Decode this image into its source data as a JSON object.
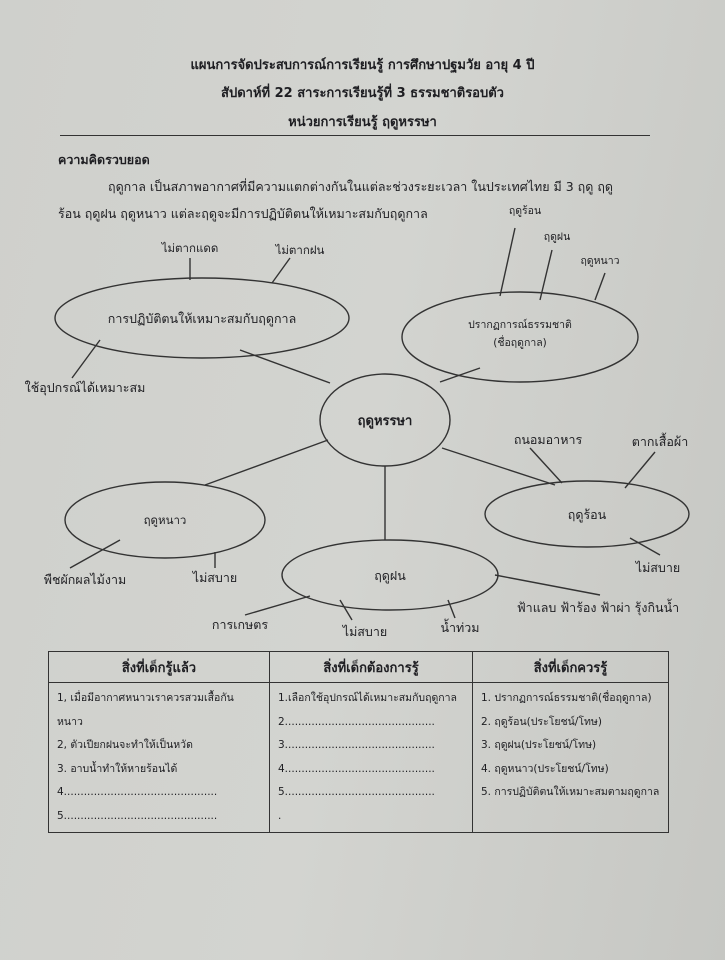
{
  "header": {
    "line1": "แผนการจัดประสบการณ์การเรียนรู้ การศึกษาปฐมวัย  อายุ 4 ปี",
    "line2": "สัปดาห์ที่  22   สาระการเรียนรู้ที่ 3  ธรรมชาติรอบตัว",
    "line3": "หน่วยการเรียนรู้  ฤดูหรรษา"
  },
  "concept": {
    "heading": "ความคิดรวบยอด",
    "line1": "ฤดูกาล เป็นสภาพอากาศที่มีความแตกต่างกันในแต่ละช่วงระยะเวลา ในประเทศไทย มี 3 ฤดู ฤดู",
    "line2": "ร้อน ฤดูฝน ฤดูหนาว แต่ละฤดูจะมีการปฏิบัติตนให้เหมาะสมกับฤดูกาล"
  },
  "mindmap": {
    "center": "ฤดูหรรษา",
    "practice": {
      "label": "การปฏิบัติตนให้เหมาะสมกับฤดูกาล",
      "leaves": [
        "ไม่ตากแดด",
        "ไม่ตากฝน",
        "ใช้อุปกรณ์ได้เหมาะสม"
      ]
    },
    "phenomena": {
      "label1": "ปรากฏการณ์ธรรมชาติ",
      "label2": "(ชื่อฤดูกาล)",
      "leaves": [
        "ฤดูร้อน",
        "ฤดูฝน",
        "ฤดูหนาว"
      ]
    },
    "winter": {
      "label": "ฤดูหนาว",
      "leaves": [
        "พืชผักผลไม้งาม",
        "ไม่สบาย"
      ]
    },
    "rainy": {
      "label": "ฤดูฝน",
      "leaves": [
        "การเกษตร",
        "ไม่สบาย",
        "น้ำท่วม",
        "ฟ้าแลบ ฟ้าร้อง ฟ้าผ่า รุ้งกินน้ำ"
      ]
    },
    "summer": {
      "label": "ฤดูร้อน",
      "leaves": [
        "ถนอมอาหาร",
        "ตากเสื้อผ้า",
        "ไม่สบาย"
      ]
    }
  },
  "table": {
    "headers": [
      "สิ่งที่เด็กรู้แล้ว",
      "สิ่งที่เด็กต้องการรู้",
      "สิ่งที่เด็กควรรู้"
    ],
    "col1": [
      "1,  เมื่อมีอากาศหนาวเราควรสวมเสื้อกัน",
      "     หนาว",
      "2,  ตัวเปียกฝนจะทำให้เป็นหวัด",
      "3.  อาบน้ำทำให้หายร้อนได้",
      "4..............................................",
      "5.............................................."
    ],
    "col2": [
      "1.เลือกใช้อุปกรณ์ได้เหมาะสมกับฤดูกาล",
      "2.............................................",
      "3.............................................",
      "4.............................................",
      "5.............................................",
      "."
    ],
    "col3": [
      "1.  ปรากฏการณ์ธรรมชาติ(ชื่อฤดูกาล)",
      "2.  ฤดูร้อน(ประโยชน์/โทษ)",
      "3.  ฤดูฝน(ประโยชน์/โทษ)",
      "4.  ฤดูหนาว(ประโยชน์/โทษ)",
      "5.  การปฏิบัติตนให้เหมาะสมตามฤดูกาล"
    ]
  }
}
